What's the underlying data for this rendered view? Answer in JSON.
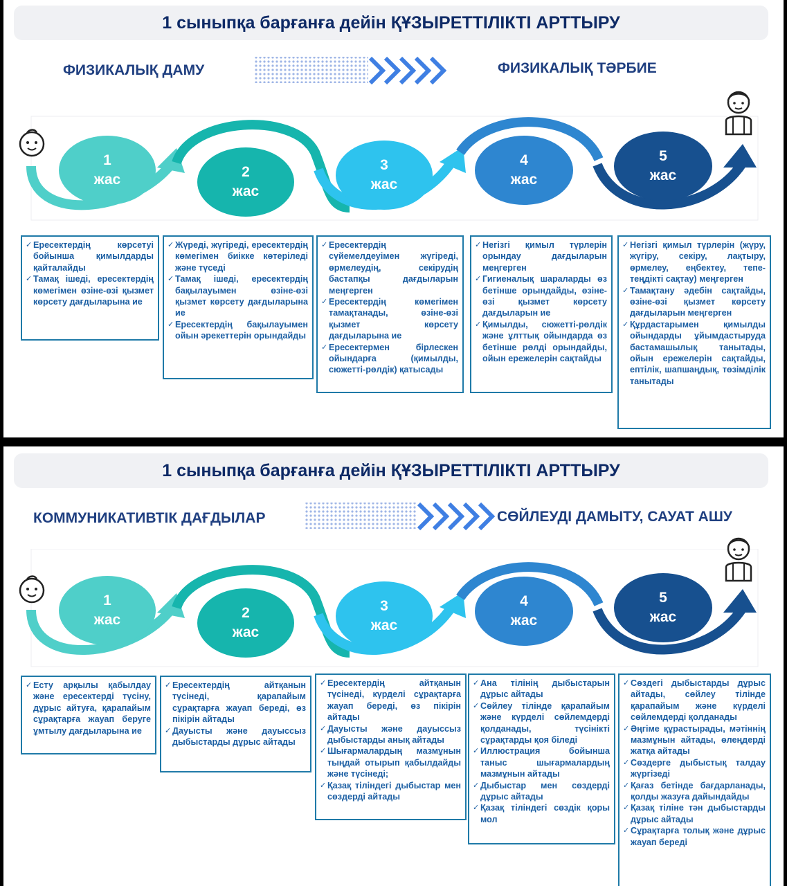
{
  "panels": [
    {
      "title": "1 сыныпқа барғанға дейін ҚҰЗЫРЕТТІЛІКТІ АРТТЫРУ",
      "left_label": "ФИЗИКАЛЫҚ ДАМУ",
      "right_label": "ФИЗИКАЛЫҚ ТӘРБИЕ",
      "ages": [
        {
          "num": "1",
          "word": "жас"
        },
        {
          "num": "2",
          "word": "жас"
        },
        {
          "num": "3",
          "word": "жас"
        },
        {
          "num": "4",
          "word": "жас"
        },
        {
          "num": "5",
          "word": "жас"
        }
      ],
      "boxes": [
        [
          "Ересектердің көрсетуі бойынша қимылдарды қайталайды",
          "Тамақ ішеді, ересектердің көмегімен өзіне-өзі қызмет көрсету дағдыларына ие"
        ],
        [
          "Жүреді, жүгіреді, ересектердің көмегімен биікке көтеріледі және түседі",
          "Тамақ ішеді, ересектердің бақылауымен өзіне-өзі қызмет көрсету дағдыларына ие",
          "Ересектердің бақылауымен ойын әрекеттерін орындайды"
        ],
        [
          "Ересектердің сүйемелдеуімен жүгіреді, өрмелеудің, секірудің бастапқы дағдыларын меңгерген",
          "Ересектердің көмегімен тамақтанады, өзіне-өзі қызмет көрсету дағдыларына ие",
          "Ересектермен бірлескен ойындарға (қимылды, сюжетті-рөлдік) қатысады"
        ],
        [
          "Негізгі қимыл түрлерін орындау дағдыларын меңгерген",
          "Гигиеналық шараларды өз бетінше орындайды, өзіне-өзі қызмет көрсету дағдыларын ие",
          "Қимылды, сюжетті-рөлдік және ұлттық ойындарда өз бетінше рөлді орындайды, ойын ережелерін сақтайды"
        ],
        [
          "Негізгі қимыл түрлерін (жүру, жүгіру, секіру, лақтыру, өрмелеу, еңбектеу, тепе-теңдікті сақтау) меңгерген",
          "Тамақтану әдебін сақтайды, өзіне-өзі қызмет көрсету дағдыларын меңгерген",
          "Құрдастарымен қимылды ойындарды ұйымдастыруда бастамашылық танытады, ойын ережелерін сақтайды, ептілік, шапшаңдық, төзімділік танытады"
        ]
      ]
    },
    {
      "title": "1 сыныпқа барғанға дейін ҚҰЗЫРЕТТІЛІКТІ  АРТТЫРУ",
      "left_label": "КОММУНИКАТИВТІК ДАҒДЫЛАР",
      "right_label": "СӨЙЛЕУДІ ДАМЫТУ, САУАТ АШУ",
      "ages": [
        {
          "num": "1",
          "word": "жас"
        },
        {
          "num": "2",
          "word": "жас"
        },
        {
          "num": "3",
          "word": "жас"
        },
        {
          "num": "4",
          "word": "жас"
        },
        {
          "num": "5",
          "word": "жас"
        }
      ],
      "boxes": [
        [
          "Есту арқылы қабылдау және ересектерді түсіну, дұрыс айтуға, қарапайым сұрақтарға жауап беруге ұмтылу дағдыларына ие"
        ],
        [
          "Ересектердің айтқанын түсінеді, қарапайым сұрақтарға жауап береді, өз пікірін айтады",
          "Дауысты және дауыссыз дыбыстарды дұрыс айтады"
        ],
        [
          "Ересектердің айтқанын түсінеді, күрделі сұрақтарға жауап береді, өз пікірін айтады",
          "Дауысты және дауыссыз дыбыстарды анық айтады",
          "Шығармалардың мазмұнын тыңдай отырып қабылдайды және түсінеді;",
          "Қазақ тіліндегі дыбыстар мен сөздерді айтады"
        ],
        [
          "Ана тілінің дыбыстарын дұрыс айтады",
          "Сөйлеу тілінде қарапайым және күрделі сөйлемдерді қолданады, түсінікті сұрақтарды қоя біледі",
          "Иллюстрация бойынша таныс шығармалардың мазмұнын айтады",
          "Дыбыстар мен сөздерді дұрыс айтады",
          "Қазақ тіліндегі сөздік қоры мол"
        ],
        [
          "Сөздегі дыбыстарды дұрыс айтады, сөйлеу тілінде қарапайым және күрделі сөйлемдерді қолданады",
          "Әңгіме құрастырады, мәтіннің мазмұнын айтады, өлеңдерді жатқа айтады",
          "Сөздерге дыбыстық талдау жүргізеді",
          "Қағаз бетінде бағдарланады, қолды жазуға дайындайды",
          "Қазақ тіліне тән дыбыстарды дұрыс айтады",
          "Сұрақтарға толық және дұрыс жауап береді"
        ]
      ]
    }
  ],
  "colors": {
    "age1": "#4fcfc9",
    "age2": "#16b5ad",
    "age3": "#2ec3ee",
    "age4": "#2e86d0",
    "age5": "#17508f",
    "title_text": "#0e2a66"
  },
  "icons": [
    "baby-face-icon",
    "child-icon",
    "chevron-arrow-icon"
  ]
}
